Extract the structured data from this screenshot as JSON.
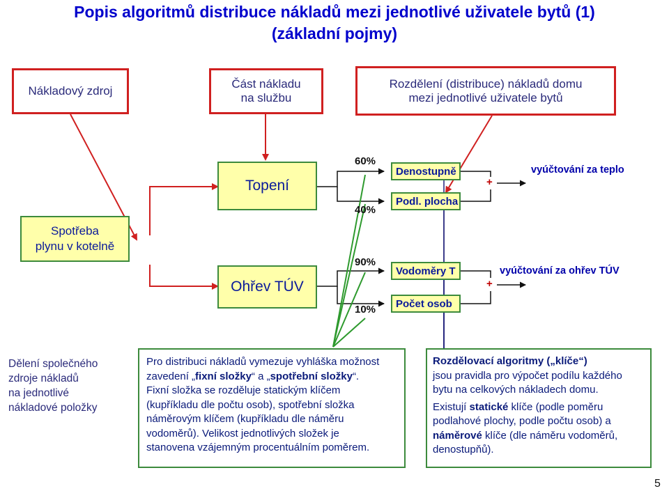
{
  "title": {
    "line1": "Popis algoritmů distribuce nákladů mezi jednotlivé uživatele bytů (1)",
    "line2": "(základní pojmy)"
  },
  "top_boxes": {
    "cost_source": "Nákladový zdroj",
    "cost_part_line1": "Část nákladu",
    "cost_part_line2": "na službu",
    "distribution_line1": "Rozdělení (distribuce) nákladů domu",
    "distribution_line2": "mezi jednotlivé uživatele bytů"
  },
  "source": {
    "line1": "Spotřeba",
    "line2": "plynu v kotelně"
  },
  "services": {
    "heating": "Topení",
    "hot_water": "Ohřev TÚV"
  },
  "percentages": {
    "heating_fixed": "60%",
    "heating_consumption": "40%",
    "water_consumption": "90%",
    "water_fixed": "10%"
  },
  "keys": {
    "degree_days": "Denostupně",
    "floor_area": "Podl. plocha",
    "water_meters": "Vodoměry T",
    "persons": "Počet osob"
  },
  "plus_sign": "+",
  "results": {
    "heating_bill": "vyúčtování za teplo",
    "water_bill": "vyúčtování za ohřev TÚV"
  },
  "left_note": {
    "line1": "Dělení společného",
    "line2": "zdroje nákladů",
    "line3": "na jednotlivé",
    "line4": "nákladové položky"
  },
  "middle_note": {
    "l1": "Pro distribuci nákladů vymezuje vyhláška možnost",
    "l2_a": "zavedení „",
    "l2_b": "fixní složky",
    "l2_c": "“ a „",
    "l2_d": "spotřební složky",
    "l2_e": "“.",
    "l3": "Fixní složka se rozděluje statickým klíčem",
    "l4": "(kupříkladu dle počtu osob), spotřební složka",
    "l5": "náměrovým klíčem (kupříkladu dle náměru",
    "l6": "vodoměrů). Velikost jednotlivých složek je",
    "l7": "stanovena vzájemným procentuálním poměrem."
  },
  "right_note": {
    "l1_a": "Rozdělovací algoritmy („",
    "l1_b": "klíče",
    "l1_c": "“)",
    "l2": "jsou pravidla pro výpočet podílu každého",
    "l3": "bytu na celkových nákladech domu.",
    "l4_a": "Existují ",
    "l4_b": "statické",
    "l4_c": " klíče (podle poměru",
    "l5": "podlahové plochy, podle počtu osob) a",
    "l6_a": "náměrové",
    "l6_b": " klíče (dle náměru vodoměrů,",
    "l7": "denostupňů)."
  },
  "page_number": "5"
}
